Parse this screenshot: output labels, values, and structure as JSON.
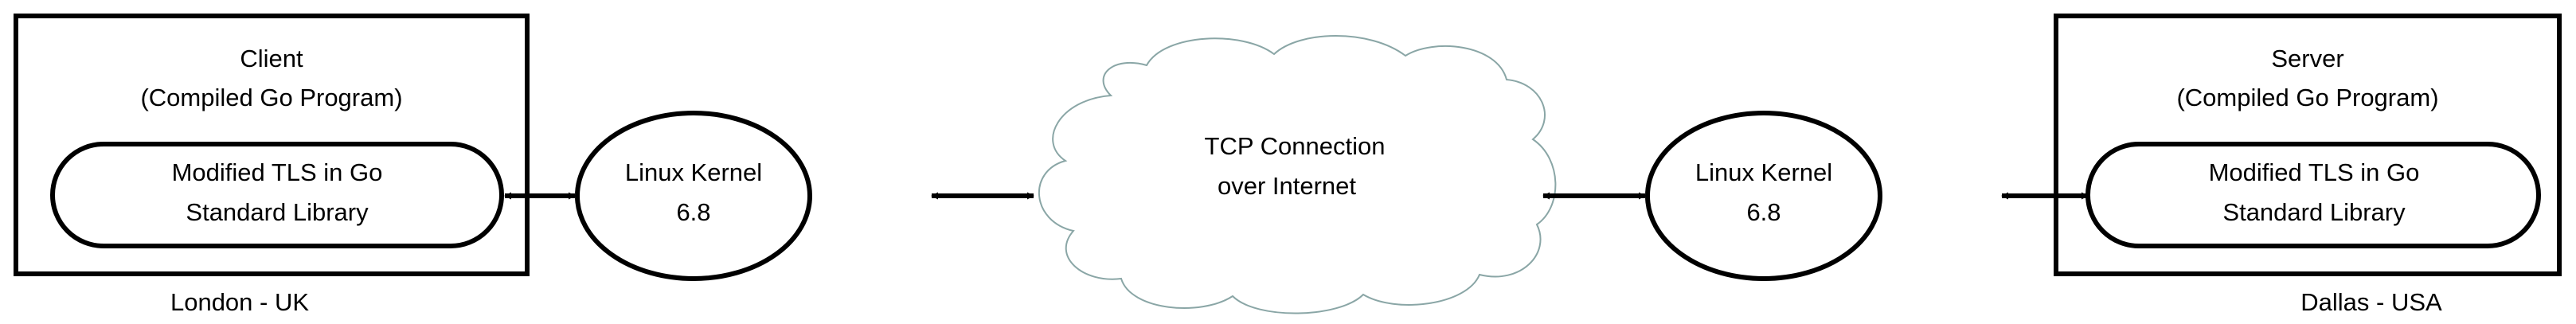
{
  "colors": {
    "stroke": "#000000",
    "cloud_stroke": "#8aa6a6",
    "background": "#ffffff"
  },
  "client": {
    "title": "Client",
    "subtitle": "(Compiled Go Program)",
    "tls_line1": "Modified TLS in Go",
    "tls_line2": "Standard Library",
    "location": "London - UK"
  },
  "client_kernel": {
    "line1": "Linux Kernel",
    "line2": "6.8"
  },
  "network": {
    "line1": "TCP Connection",
    "line2": "over Internet",
    "icon": "cloud-icon"
  },
  "server_kernel": {
    "line1": "Linux Kernel",
    "line2": "6.8"
  },
  "server": {
    "title": "Server",
    "subtitle": "(Compiled Go Program)",
    "tls_line1": "Modified TLS in Go",
    "tls_line2": "Standard Library",
    "location": "Dallas - USA"
  }
}
